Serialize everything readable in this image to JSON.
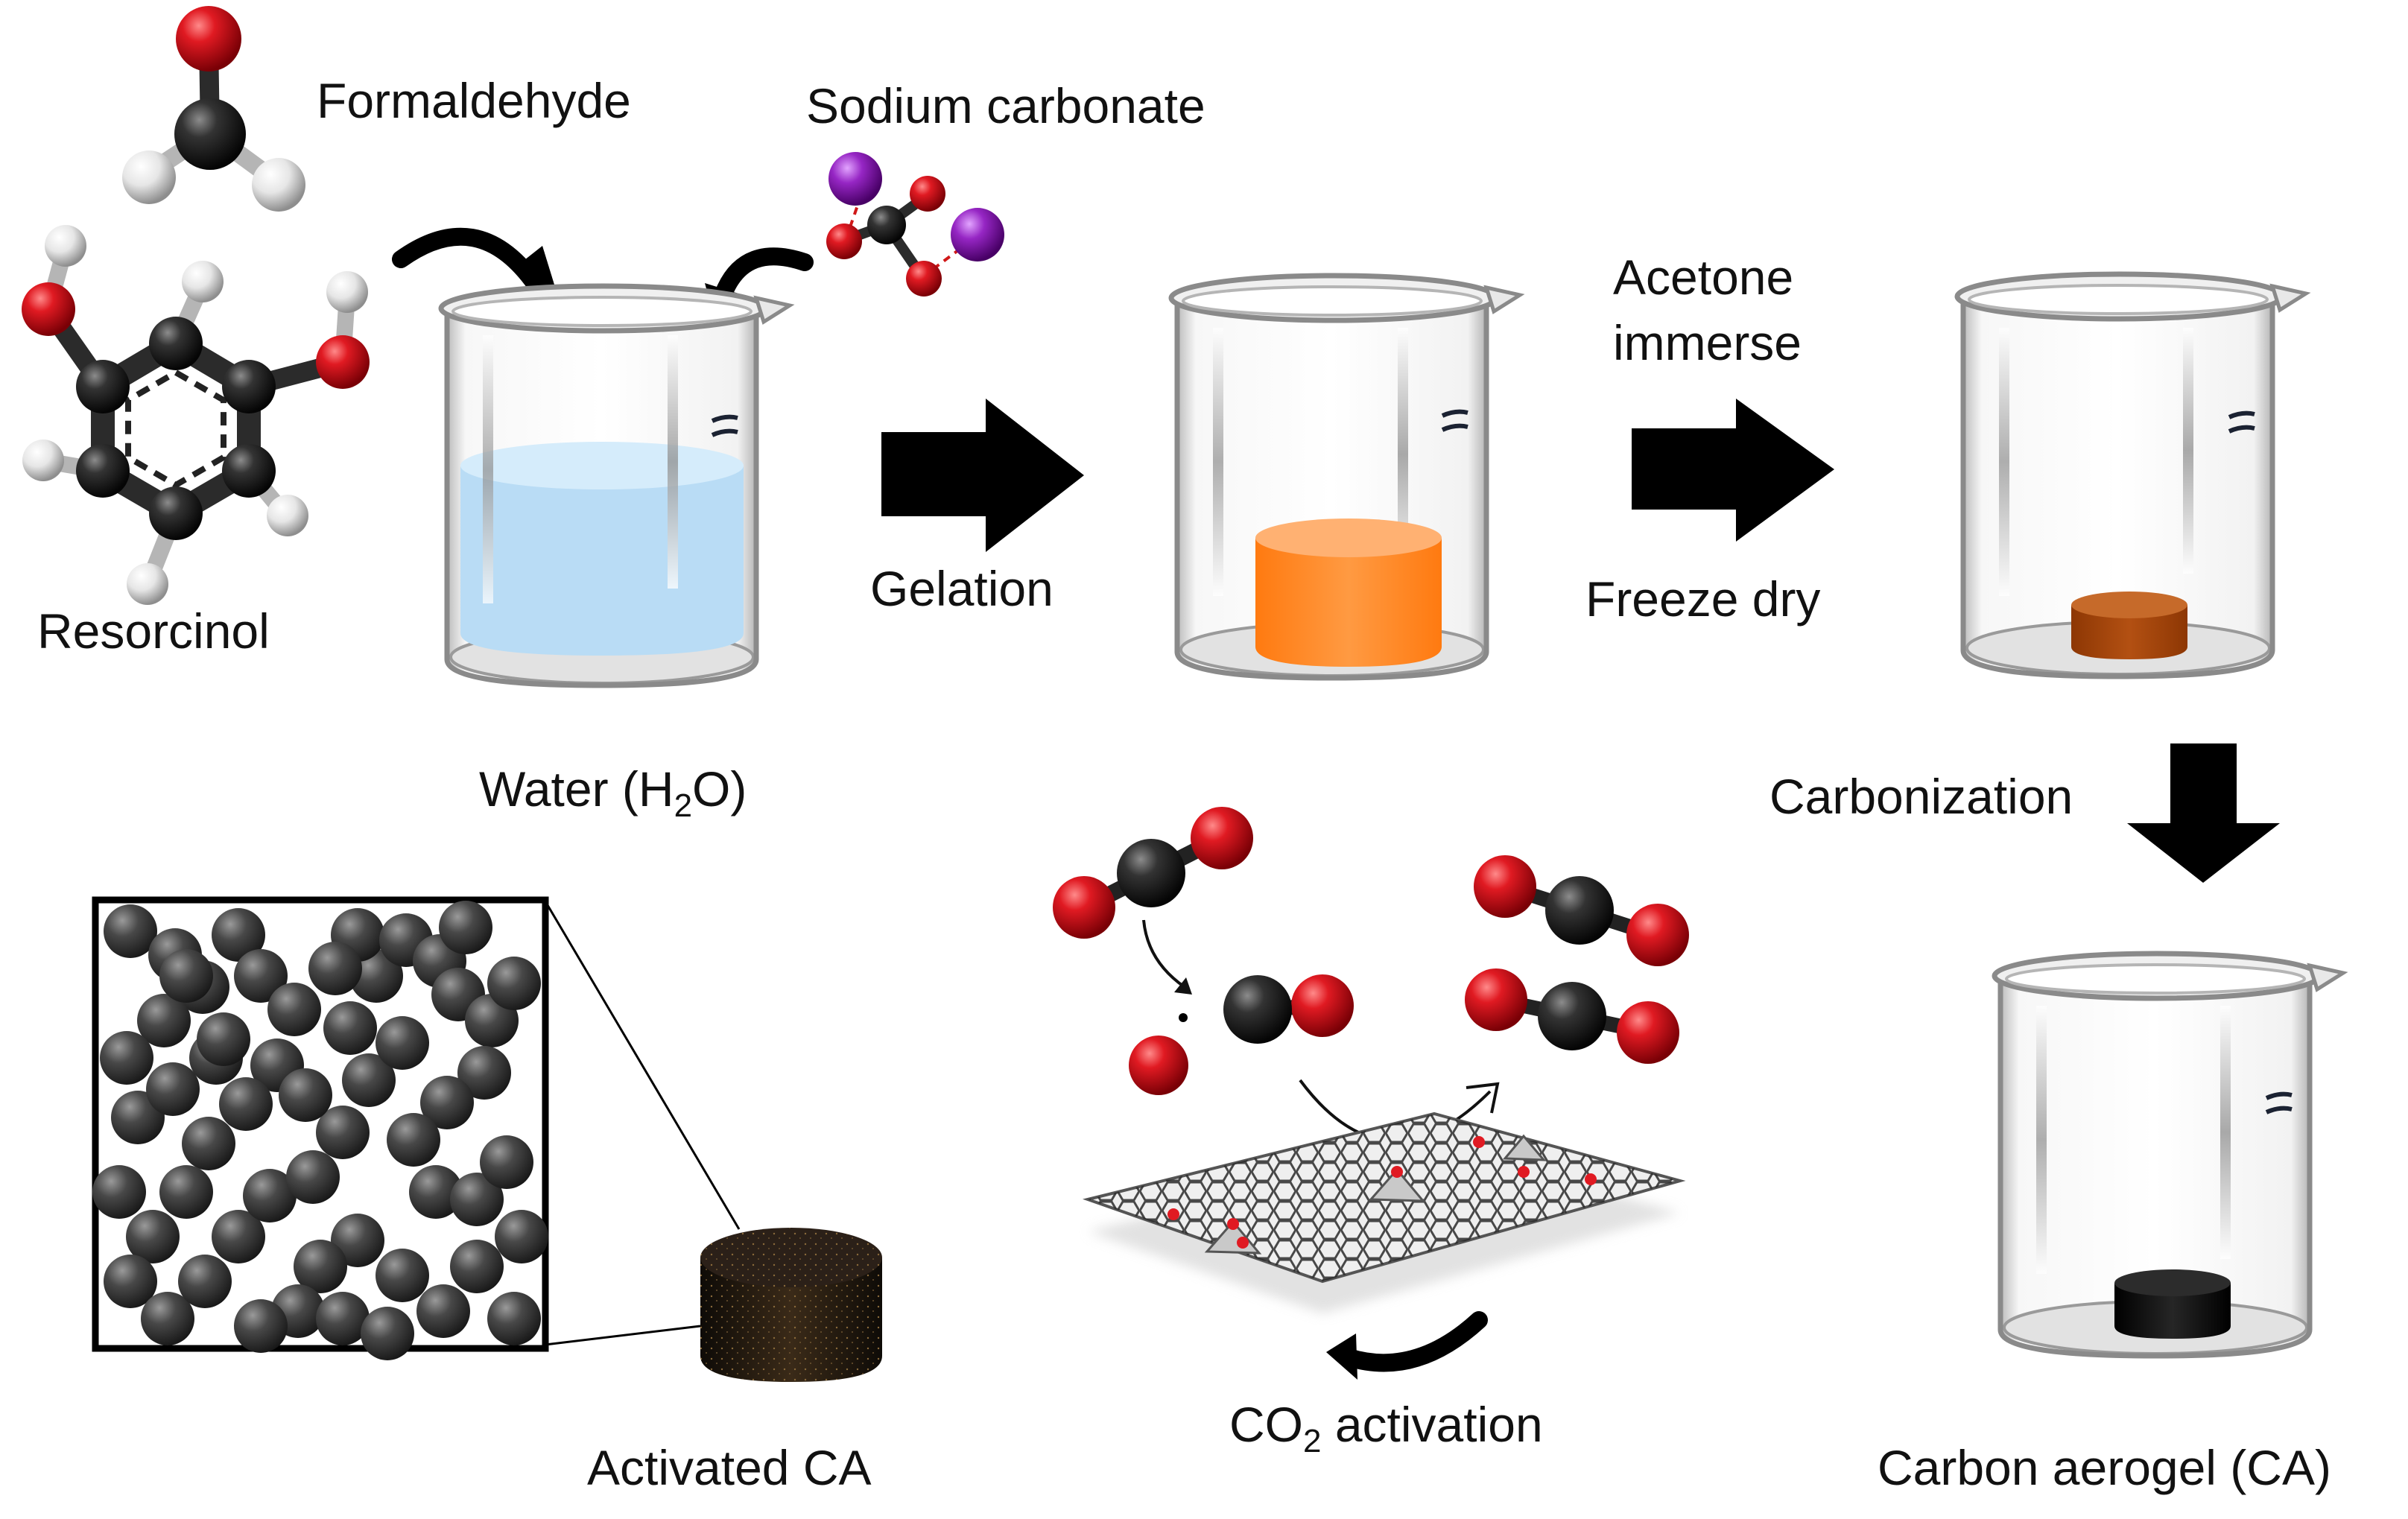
{
  "labels": {
    "formaldehyde": "Formaldehyde",
    "sodium_carbonate": "Sodium carbonate",
    "resorcinol": "Resorcinol",
    "water_prefix": "Water (H",
    "water_sub": "2",
    "water_suffix": "O)",
    "gelation": "Gelation",
    "acetone_line1": "Acetone",
    "acetone_line2": "immerse",
    "freeze_dry": "Freeze dry",
    "carbonization": "Carbonization",
    "carbon_aerogel": "Carbon aerogel (CA)",
    "activated_ca": "Activated CA",
    "co2_prefix": "CO",
    "co2_sub": "2",
    "co2_suffix": " activation"
  },
  "colors": {
    "oxygen": "#d8141c",
    "carbon": "#2a2a2a",
    "hydrogen": "#e8e8e8",
    "sodium": "#8a1fb0",
    "water": "#b9dcf5",
    "wet_gel": "#ff8c2e",
    "dried_gel": "#a8480f",
    "carbon_aerogel": "#141414",
    "arrow": "#000000"
  }
}
